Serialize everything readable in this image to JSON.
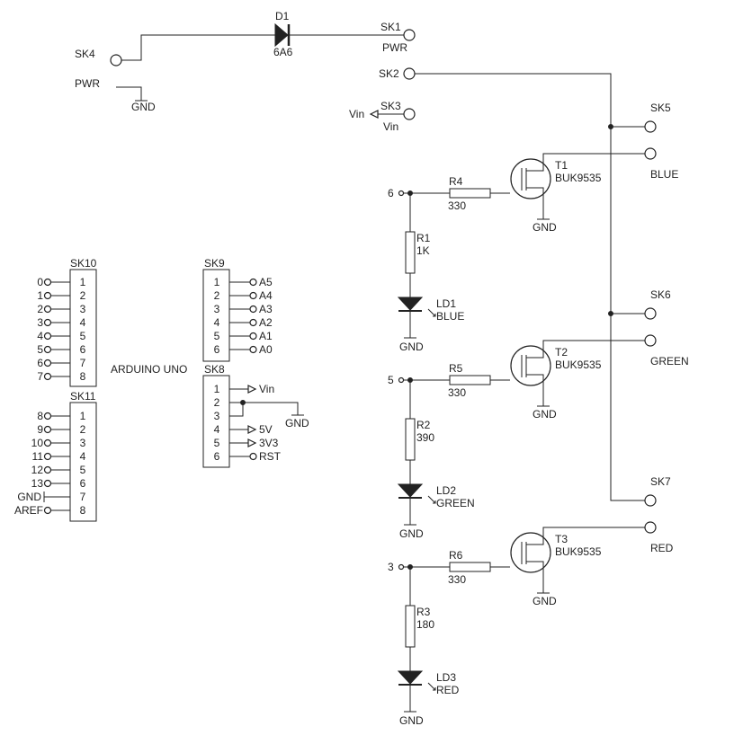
{
  "power": {
    "d1": {
      "ref": "D1",
      "value": "6A6"
    },
    "sk1": {
      "ref": "SK1",
      "label": "PWR"
    },
    "sk2": {
      "ref": "SK2"
    },
    "sk3": {
      "ref": "SK3",
      "label": "Vin",
      "flag": "Vin"
    },
    "sk4": {
      "ref": "SK4",
      "label": "PWR"
    },
    "gnd": "GND"
  },
  "channels": [
    {
      "pin": "6",
      "gate_resistor": {
        "ref": "R4",
        "value": "330"
      },
      "led_resistor": {
        "ref": "R1",
        "value": "1K"
      },
      "led": {
        "ref": "LD1",
        "label": "BLUE"
      },
      "mosfet": {
        "ref": "T1",
        "part": "BUK9535"
      },
      "gnd": "GND",
      "led_gnd": "GND"
    },
    {
      "pin": "5",
      "gate_resistor": {
        "ref": "R5",
        "value": "330"
      },
      "led_resistor": {
        "ref": "R2",
        "value": "390"
      },
      "led": {
        "ref": "LD2",
        "label": "GREEN"
      },
      "mosfet": {
        "ref": "T2",
        "part": "BUK9535"
      },
      "gnd": "GND",
      "led_gnd": "GND"
    },
    {
      "pin": "3",
      "gate_resistor": {
        "ref": "R6",
        "value": "330"
      },
      "led_resistor": {
        "ref": "R3",
        "value": "180"
      },
      "led": {
        "ref": "LD3",
        "label": "RED"
      },
      "mosfet": {
        "ref": "T3",
        "part": "BUK9535"
      },
      "gnd": "GND",
      "led_gnd": "GND"
    }
  ],
  "outputs": [
    {
      "ref": "SK5",
      "label": "BLUE"
    },
    {
      "ref": "SK6",
      "label": "GREEN"
    },
    {
      "ref": "SK7",
      "label": "RED"
    }
  ],
  "arduino": {
    "label": "ARDUINO UNO",
    "sk10": {
      "ref": "SK10",
      "pins": [
        "1",
        "2",
        "3",
        "4",
        "5",
        "6",
        "7",
        "8"
      ],
      "signals": [
        "0",
        "1",
        "2",
        "3",
        "4",
        "5",
        "6",
        "7"
      ]
    },
    "sk11": {
      "ref": "SK11",
      "pins": [
        "1",
        "2",
        "3",
        "4",
        "5",
        "6",
        "7",
        "8"
      ],
      "signals": [
        "8",
        "9",
        "10",
        "11",
        "12",
        "13",
        "GND",
        "AREF"
      ]
    },
    "sk9": {
      "ref": "SK9",
      "pins": [
        "1",
        "2",
        "3",
        "4",
        "5",
        "6"
      ],
      "signals": [
        "A5",
        "A4",
        "A3",
        "A2",
        "A1",
        "A0"
      ]
    },
    "sk8": {
      "ref": "SK8",
      "pins": [
        "1",
        "2",
        "3",
        "4",
        "5",
        "6"
      ],
      "signals": [
        "Vin",
        "",
        "",
        "5V",
        "3V3",
        "RST"
      ],
      "gnd": "GND"
    }
  }
}
